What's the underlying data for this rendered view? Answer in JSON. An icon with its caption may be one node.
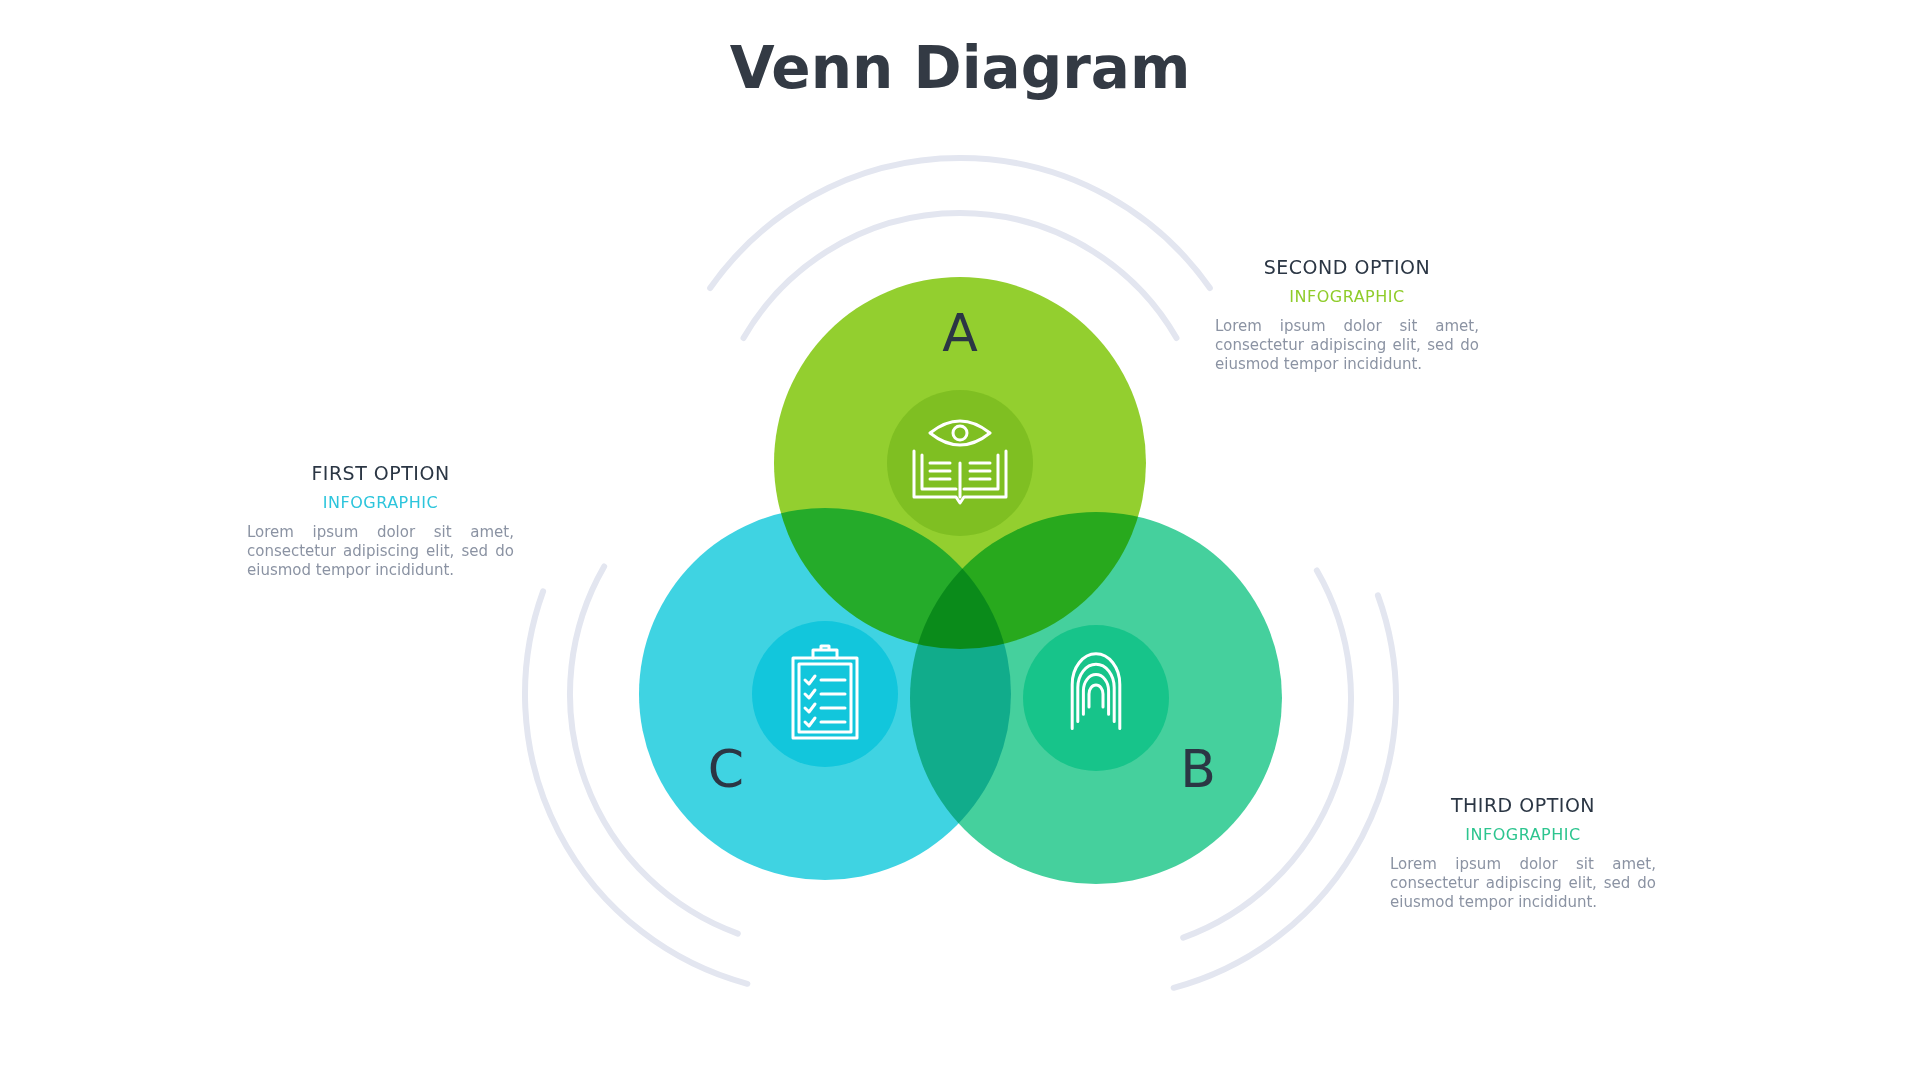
{
  "diagram": {
    "title": "Venn Diagram",
    "nodes": [
      {
        "text": [
          "A"
        ]
      },
      {
        "text": [
          "C"
        ]
      },
      {
        "text": [
          "B"
        ]
      }
    ],
    "labels": [
      "SECOND OPTION",
      "INFOGRAPHIC",
      "Lorem ipsum dolor sit amet, consectetur adipiscing elit, sed do eiusmod tempor incididunt.",
      "FIRST OPTION",
      "INFOGRAPHIC",
      "Lorem ipsum dolor sit amet, consectetur adipiscing elit, sed do eiusmod tempor incididunt.",
      "THIRD OPTION",
      "INFOGRAPHIC",
      "Lorem ipsum dolor sit amet, consectetur adipiscing elit, sed do eiusmod tempor incididunt."
    ]
  }
}
